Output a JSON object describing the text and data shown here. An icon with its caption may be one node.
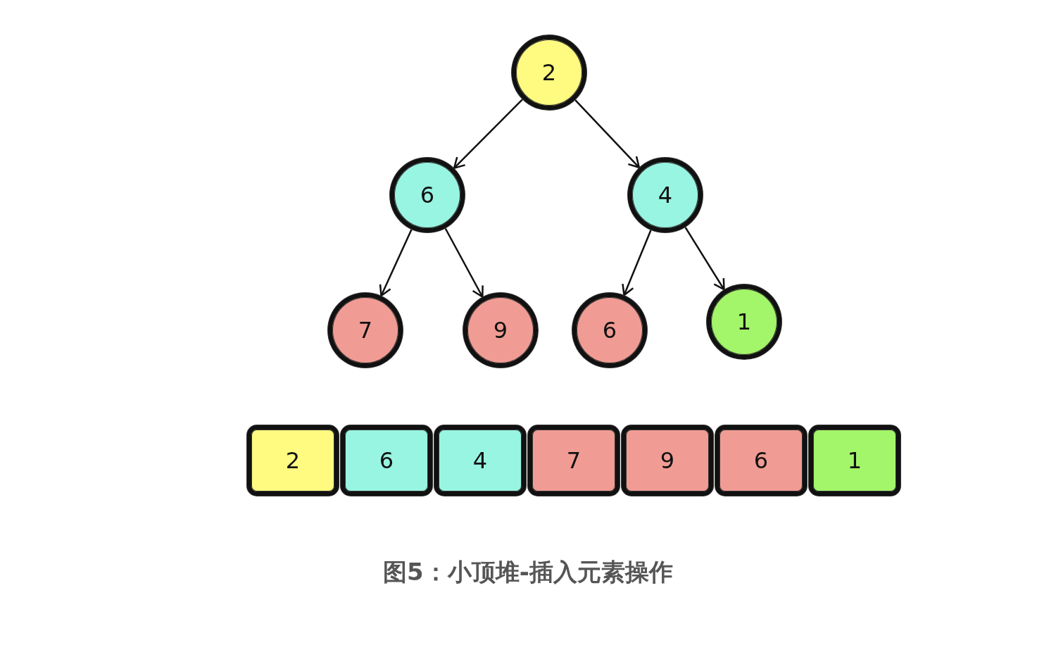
{
  "diagram": {
    "caption": "图5：小顶堆-插入元素操作",
    "nodes": [
      {
        "text": [
          "2"
        ]
      },
      {
        "text": [
          "6"
        ]
      },
      {
        "text": [
          "4"
        ]
      },
      {
        "text": [
          "7"
        ]
      },
      {
        "text": [
          "9"
        ]
      },
      {
        "text": [
          "6"
        ]
      },
      {
        "text": [
          "1"
        ]
      },
      {
        "text": [
          "2"
        ]
      },
      {
        "text": [
          "6"
        ]
      },
      {
        "text": [
          "4"
        ]
      },
      {
        "text": [
          "7"
        ]
      },
      {
        "text": [
          "9"
        ]
      },
      {
        "text": [
          "6"
        ]
      },
      {
        "text": [
          "1"
        ]
      }
    ],
    "edges": [
      {
        "from": 0,
        "to": 1,
        "arrow": "to"
      },
      {
        "from": 0,
        "to": 2,
        "arrow": "to"
      },
      {
        "from": 1,
        "to": 3,
        "arrow": "to"
      },
      {
        "from": 1,
        "to": 4,
        "arrow": "to"
      },
      {
        "from": 2,
        "to": 5,
        "arrow": "to"
      },
      {
        "from": 2,
        "to": 6,
        "arrow": "to"
      }
    ]
  }
}
